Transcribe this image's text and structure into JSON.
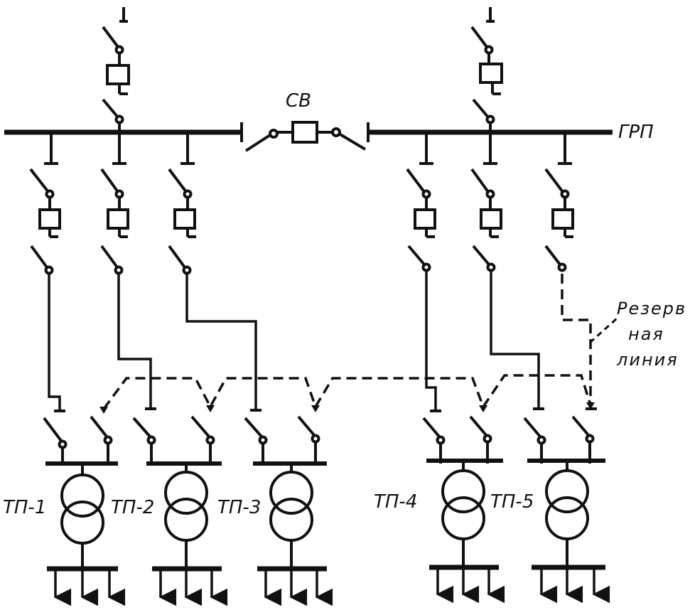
{
  "labels": {
    "main_bus": "ГРП",
    "bus_coupler": "СВ",
    "reserve_line": [
      "Резерв",
      "ная",
      "линия"
    ],
    "substations": [
      "ТП-1",
      "ТП-2",
      "ТП-3",
      "ТП-4",
      "ТП-5"
    ]
  },
  "colors": {
    "ink": "#111111",
    "paper": "#ffffff"
  }
}
